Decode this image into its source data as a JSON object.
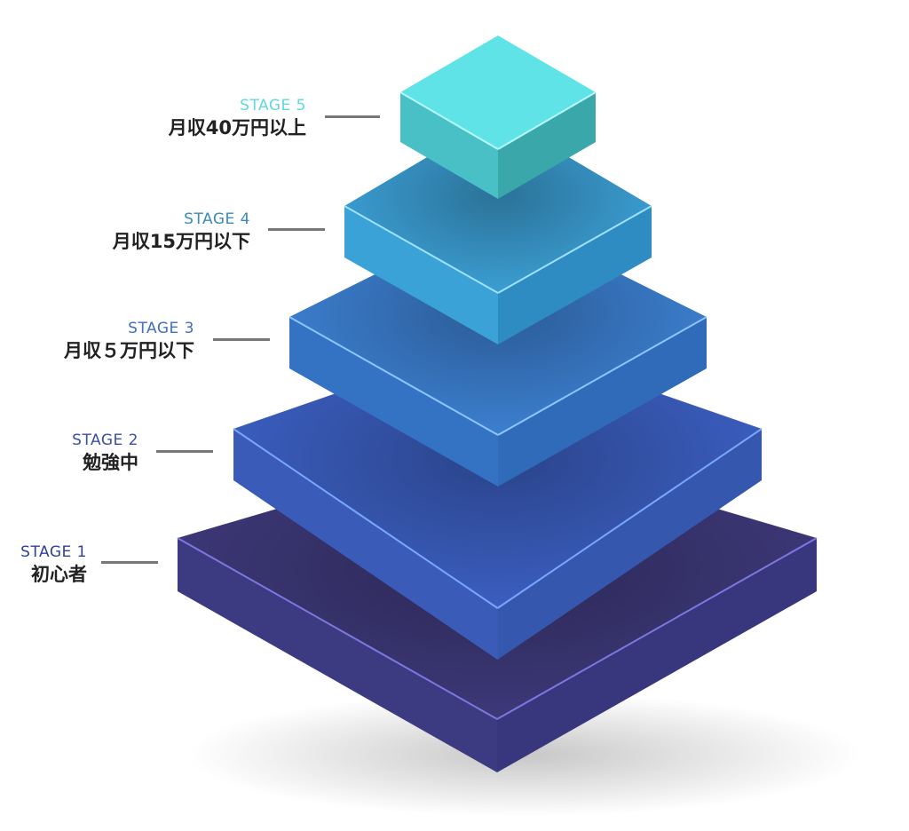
{
  "stages": [
    {
      "stage": "STAGE 1",
      "desc": "初心者",
      "color": "#2f3f9a",
      "top": "#3d3878",
      "side_left": "#3c3a80",
      "side_right": "#38367c",
      "edge": "#7d77e0"
    },
    {
      "stage": "STAGE 2",
      "desc": "勉強中",
      "color": "#3a4fa6",
      "top": "#3b5ec0",
      "side_left": "#3a5cb8",
      "side_right": "#3558ae",
      "edge": "#7aa6ff"
    },
    {
      "stage": "STAGE 3",
      "desc": "月収５万円以下",
      "color": "#3f6fc4",
      "top": "#3c7fd0",
      "side_left": "#3473c4",
      "side_right": "#2f6bb8",
      "edge": "#8ec4ff"
    },
    {
      "stage": "STAGE 4",
      "desc": "月収15万円以下",
      "color": "#3a8ab8",
      "top": "#3b9ed3",
      "side_left": "#3aa2d6",
      "side_right": "#2f8cc2",
      "edge": "#9fe1ff"
    },
    {
      "stage": "STAGE 5",
      "desc": "月収40万円以上",
      "color": "#5fd8e0",
      "top": "#5fe3e6",
      "side_left": "#48c0c6",
      "side_right": "#3aa7aa",
      "edge": "#b8fbff"
    }
  ]
}
